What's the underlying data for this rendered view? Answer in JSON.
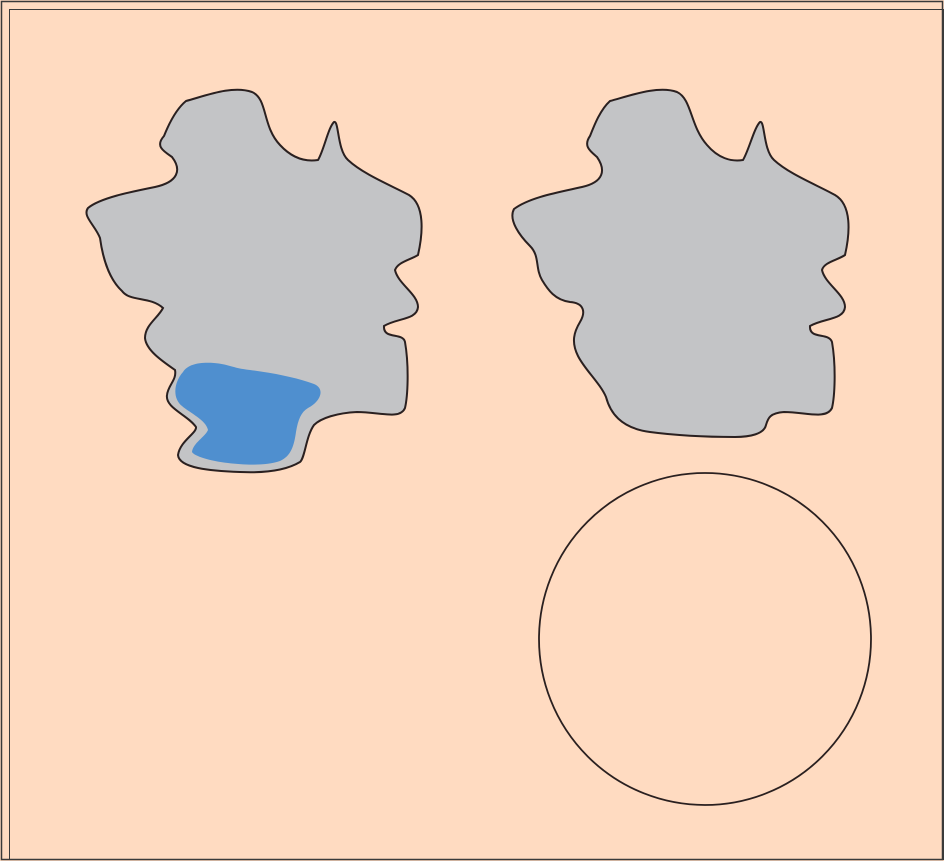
{
  "colors": {
    "background": "#FFDBC1",
    "shape_fill": "#C3C4C6",
    "highlight_fill": "#4F8FCF",
    "stroke": "#2a2020",
    "frame": "#3a3a3a"
  },
  "scene": {
    "shapes": [
      {
        "name": "irregular-shape-with-region",
        "fill": "shape_fill",
        "has_region": true
      },
      {
        "name": "irregular-shape-plain",
        "fill": "shape_fill",
        "has_region": false
      },
      {
        "name": "circle-outline",
        "fill": "none"
      }
    ]
  }
}
